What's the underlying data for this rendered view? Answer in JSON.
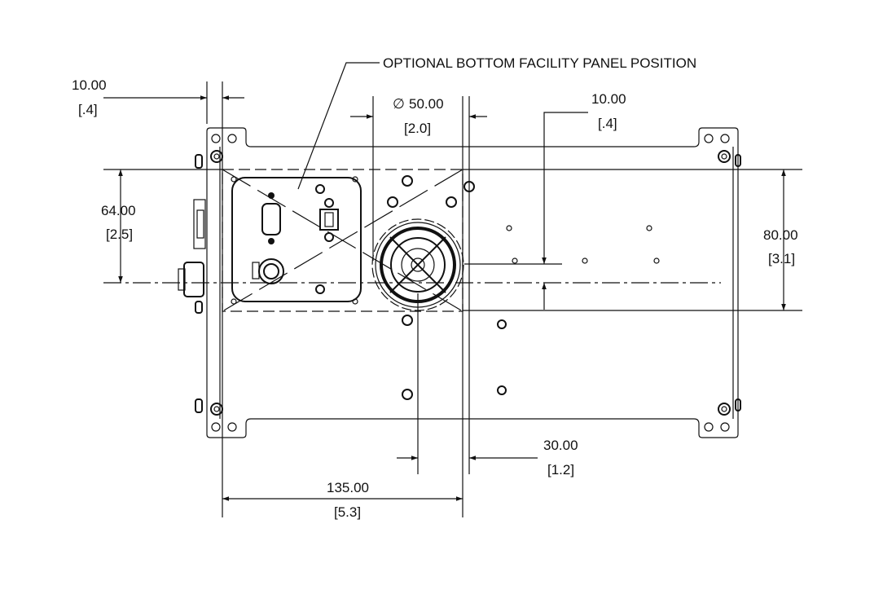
{
  "title": "OPTIONAL BOTTOM FACILITY PANEL POSITION",
  "dimensions": {
    "left_offset": {
      "mm": "10.00",
      "in": "[.4]"
    },
    "fan_diameter": {
      "symbol": "∅",
      "mm": "50.00",
      "in": "[2.0]"
    },
    "right_offset": {
      "mm": "10.00",
      "in": "[.4]"
    },
    "panel_height": {
      "mm": "64.00",
      "in": "[2.5]"
    },
    "overall_height": {
      "mm": "80.00",
      "in": "[3.1]"
    },
    "fan_offset": {
      "mm": "30.00",
      "in": "[1.2]"
    },
    "panel_width": {
      "mm": "135.00",
      "in": "[5.3]"
    }
  }
}
